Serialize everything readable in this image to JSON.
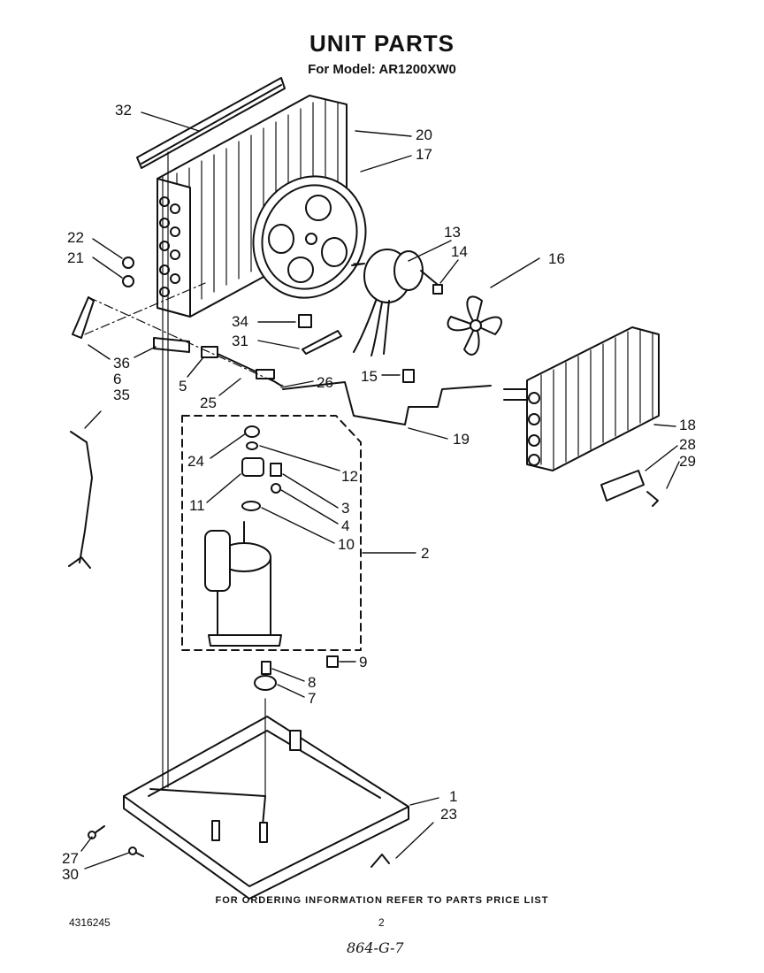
{
  "header": {
    "title": "UNIT PARTS",
    "subtitle": "For Model: AR1200XW0"
  },
  "callouts": [
    {
      "id": "c32",
      "label": "32"
    },
    {
      "id": "c20",
      "label": "20"
    },
    {
      "id": "c17",
      "label": "17"
    },
    {
      "id": "c22",
      "label": "22"
    },
    {
      "id": "c21",
      "label": "21"
    },
    {
      "id": "c13",
      "label": "13"
    },
    {
      "id": "c14",
      "label": "14"
    },
    {
      "id": "c16",
      "label": "16"
    },
    {
      "id": "c34",
      "label": "34"
    },
    {
      "id": "c31",
      "label": "31"
    },
    {
      "id": "c36",
      "label": "36"
    },
    {
      "id": "c6",
      "label": "6"
    },
    {
      "id": "c35",
      "label": "35"
    },
    {
      "id": "c5",
      "label": "5"
    },
    {
      "id": "c15",
      "label": "15"
    },
    {
      "id": "c26",
      "label": "26"
    },
    {
      "id": "c25",
      "label": "25"
    },
    {
      "id": "c18",
      "label": "18"
    },
    {
      "id": "c19",
      "label": "19"
    },
    {
      "id": "c28",
      "label": "28"
    },
    {
      "id": "c29",
      "label": "29"
    },
    {
      "id": "c24",
      "label": "24"
    },
    {
      "id": "c12",
      "label": "12"
    },
    {
      "id": "c11",
      "label": "11"
    },
    {
      "id": "c3",
      "label": "3"
    },
    {
      "id": "c4",
      "label": "4"
    },
    {
      "id": "c10",
      "label": "10"
    },
    {
      "id": "c2",
      "label": "2"
    },
    {
      "id": "c9",
      "label": "9"
    },
    {
      "id": "c8",
      "label": "8"
    },
    {
      "id": "c7",
      "label": "7"
    },
    {
      "id": "c1",
      "label": "1"
    },
    {
      "id": "c23",
      "label": "23"
    },
    {
      "id": "c27",
      "label": "27"
    },
    {
      "id": "c30",
      "label": "30"
    }
  ],
  "footer": {
    "ordering_note": "FOR ORDERING INFORMATION REFER TO PARTS PRICE LIST",
    "doc_number": "4316245",
    "page_number": "2",
    "handwritten_code": "864-G-7"
  }
}
